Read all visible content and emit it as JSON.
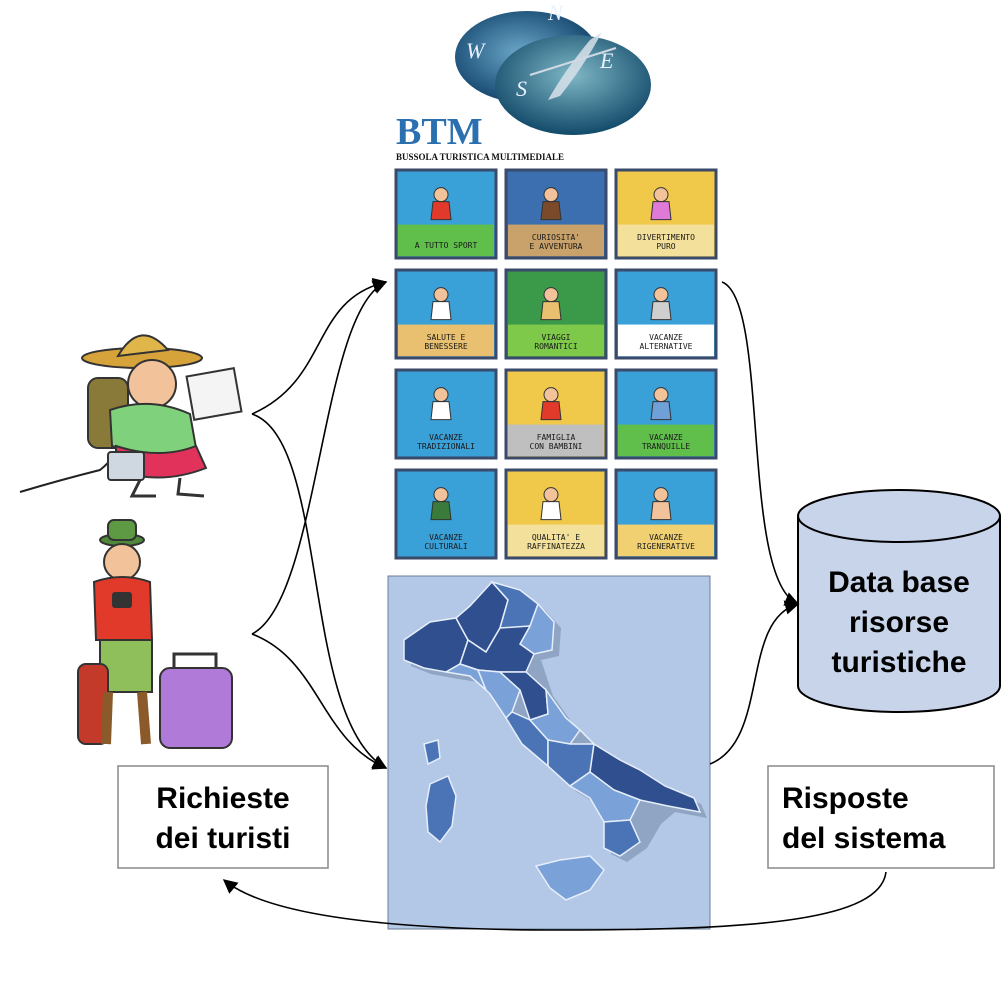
{
  "logo": {
    "mark": "BTM",
    "subtitle": "BUSSOLA TURISTICA MULTIMEDIALE",
    "compass_letters": [
      "N",
      "E",
      "S",
      "W"
    ]
  },
  "tiles": [
    {
      "label": [
        "A TUTTO SPORT"
      ],
      "icon": "tennis-player-icon"
    },
    {
      "label": [
        "CURIOSITA'",
        "E AVVENTURA"
      ],
      "icon": "gorilla-explorer-icon"
    },
    {
      "label": [
        "DIVERTIMENTO",
        "PURO"
      ],
      "icon": "party-people-icon"
    },
    {
      "label": [
        "SALUTE E",
        "BENESSERE"
      ],
      "icon": "massage-icon"
    },
    {
      "label": [
        "VIAGGI",
        "ROMANTICI"
      ],
      "icon": "couple-picnic-icon"
    },
    {
      "label": [
        "VACANZE",
        "ALTERNATIVE"
      ],
      "icon": "astronaut-globe-icon"
    },
    {
      "label": [
        "VACANZE",
        "TRADIZIONALI"
      ],
      "icon": "reading-newspaper-icon"
    },
    {
      "label": [
        "FAMIGLIA",
        "CON BAMBINI"
      ],
      "icon": "family-icon"
    },
    {
      "label": [
        "VACANZE",
        "TRANQUILLE"
      ],
      "icon": "elderly-couple-icon"
    },
    {
      "label": [
        "VACANZE",
        "CULTURALI"
      ],
      "icon": "museum-visitors-icon"
    },
    {
      "label": [
        "QUALITA' E",
        "RAFFINATEZZA"
      ],
      "icon": "waiter-dinner-icon"
    },
    {
      "label": [
        "VACANZE",
        "RIGENERATIVE"
      ],
      "icon": "island-palm-icon"
    }
  ],
  "database": {
    "lines": [
      "Data base",
      "risorse",
      "turistiche"
    ]
  },
  "requests_box": {
    "lines": [
      "Richieste",
      "dei turisti"
    ]
  },
  "responses_box": {
    "lines": [
      "Risposte",
      "del sistema"
    ]
  },
  "colors": {
    "tile_border": "#3a4a6a",
    "tile_sky": "#3aa0d8",
    "map_bg": "#b3c7e6",
    "map_dark": "#2f4f8f",
    "map_mid": "#4a74b6",
    "map_light": "#7aa2d8",
    "db_fill": "#c8d4ea"
  }
}
